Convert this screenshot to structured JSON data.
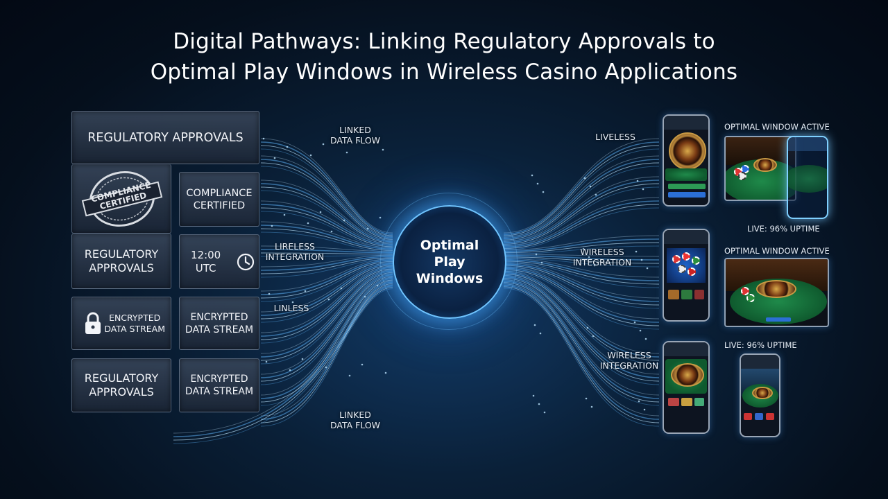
{
  "title": {
    "line1": "Digital Pathways: Linking Regulatory Approvals to",
    "line2": "Optimal Play Windows in Wireless Casino Applications"
  },
  "left_panel": {
    "header": "Regulatory Approvals",
    "stamp_text": "Compliance Certified",
    "stamp_icon": "compliance-seal-icon",
    "boxes": [
      {
        "line1": "Compliance",
        "line2": "Certified"
      },
      {
        "line1": "Regulatory",
        "line2": "Approvals"
      },
      {
        "line1": "12:00",
        "line2": "UTC",
        "icon": "clock-icon"
      },
      {
        "line1": "Encrypted",
        "line2": "Data Stream",
        "icon": "lock-icon"
      },
      {
        "line1": "Encrypted",
        "line2": "Data Stream"
      },
      {
        "line1": "Regulatory",
        "line2": "Approvals"
      },
      {
        "line1": "Encrypted",
        "line2": "Data Stream"
      }
    ]
  },
  "flow_labels": {
    "top_left": {
      "line1": "Linked",
      "line2": "Data Flow"
    },
    "mid_left": {
      "line1": "Lireless",
      "line2": "Integration"
    },
    "low_left": "Linless",
    "bottom_left": {
      "line1": "Linked",
      "line2": "Data Flow"
    },
    "top_right": "Liveless",
    "mid_right": {
      "line1": "Wireless",
      "line2": "Integration"
    },
    "low_right": {
      "line1": "Wireless",
      "line2": "Integration"
    }
  },
  "hub": {
    "line1": "Optimal",
    "line2": "Play",
    "line3": "Windows"
  },
  "status": {
    "active_1": "Optimal Window Active",
    "uptime_1": "Live: 96% Uptime",
    "active_2": "Optimal Window Active",
    "uptime_2": "Live: 96% Uptime"
  },
  "colors": {
    "flow": "#5fb8ff",
    "flow_bright": "#bfe6ff",
    "felt": "#1f8a4a",
    "hub_border": "#6fc4ff"
  }
}
